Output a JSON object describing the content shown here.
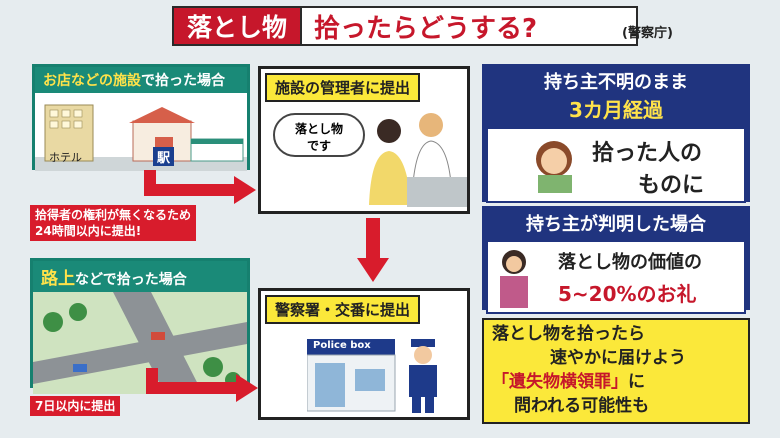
{
  "title": {
    "tag": "落とし物",
    "main": "拾ったらどうする?",
    "source": "(警察庁)"
  },
  "facility": {
    "header_part1": "お店などの施設",
    "header_part2": "で拾った場合",
    "hotel": "ホテル",
    "station": "駅"
  },
  "note1": {
    "line1": "拾得者の権利が無くなるため",
    "line2": "24時間以内に提出!"
  },
  "road": {
    "header_part1": "路上",
    "header_part2": "などで拾った場合"
  },
  "note2": "7日以内に提出",
  "manager": {
    "title": "施設の管理者に提出",
    "bubble_line1": "落とし物",
    "bubble_line2": "です"
  },
  "police": {
    "title": "警察署・交番に提出",
    "sign": "Police box"
  },
  "unknown": {
    "line1": "持ち主不明のまま",
    "line2": "3カ月経過",
    "result_line1": "拾った人の",
    "result_line2": "ものに"
  },
  "known": {
    "header": "持ち主が判明した場合",
    "line1": "落とし物の価値の",
    "line2": "5~20%のお礼"
  },
  "warning": {
    "line1": "落とし物を拾ったら",
    "line2": "速やかに届けよう",
    "line3_quoted": "「遺失物横領罪」",
    "line3_rest": "に",
    "line4": "問われる可能性も"
  },
  "colors": {
    "red": "#c6172b",
    "teal": "#1a8a78",
    "navy": "#20347f",
    "yellow": "#fbe83a",
    "highlight": "#ffe24a"
  }
}
